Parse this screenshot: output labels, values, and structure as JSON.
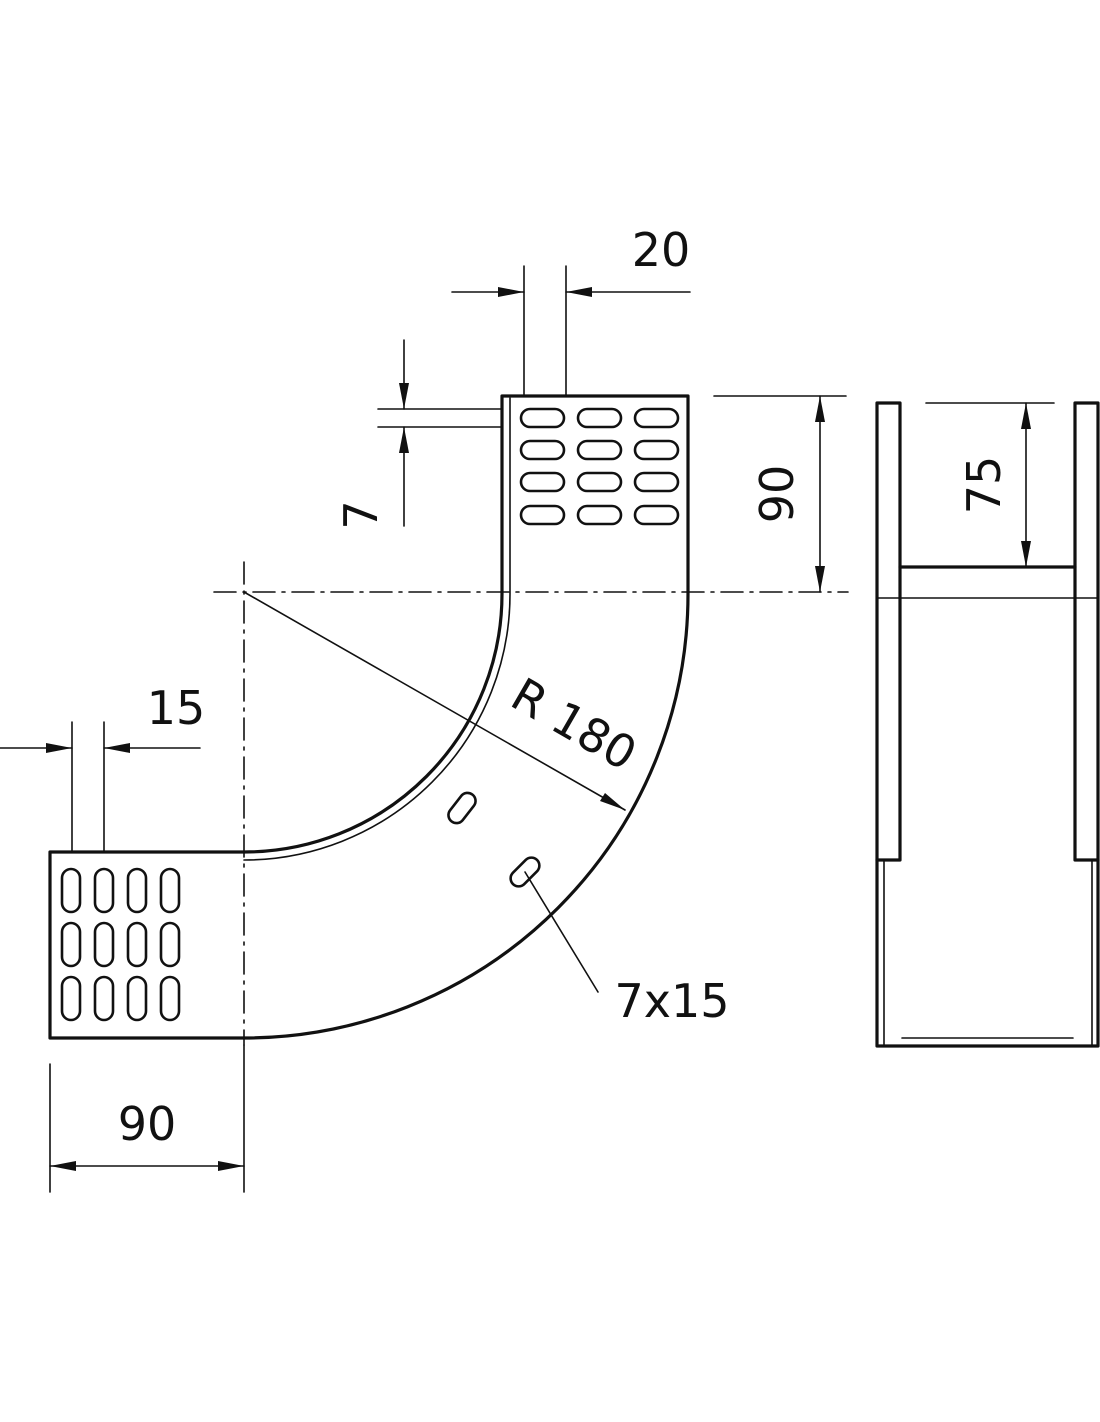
{
  "colors": {
    "line": "#111111",
    "background": "#ffffff"
  },
  "dimensions": {
    "slot_spacing_top": "20",
    "slot_width": "7",
    "leg_length_top": "90",
    "slot_spacing_left": "15",
    "leg_length_left": "90",
    "bend_radius": "R 180",
    "hole_size": "7x15",
    "side_height": "75"
  }
}
